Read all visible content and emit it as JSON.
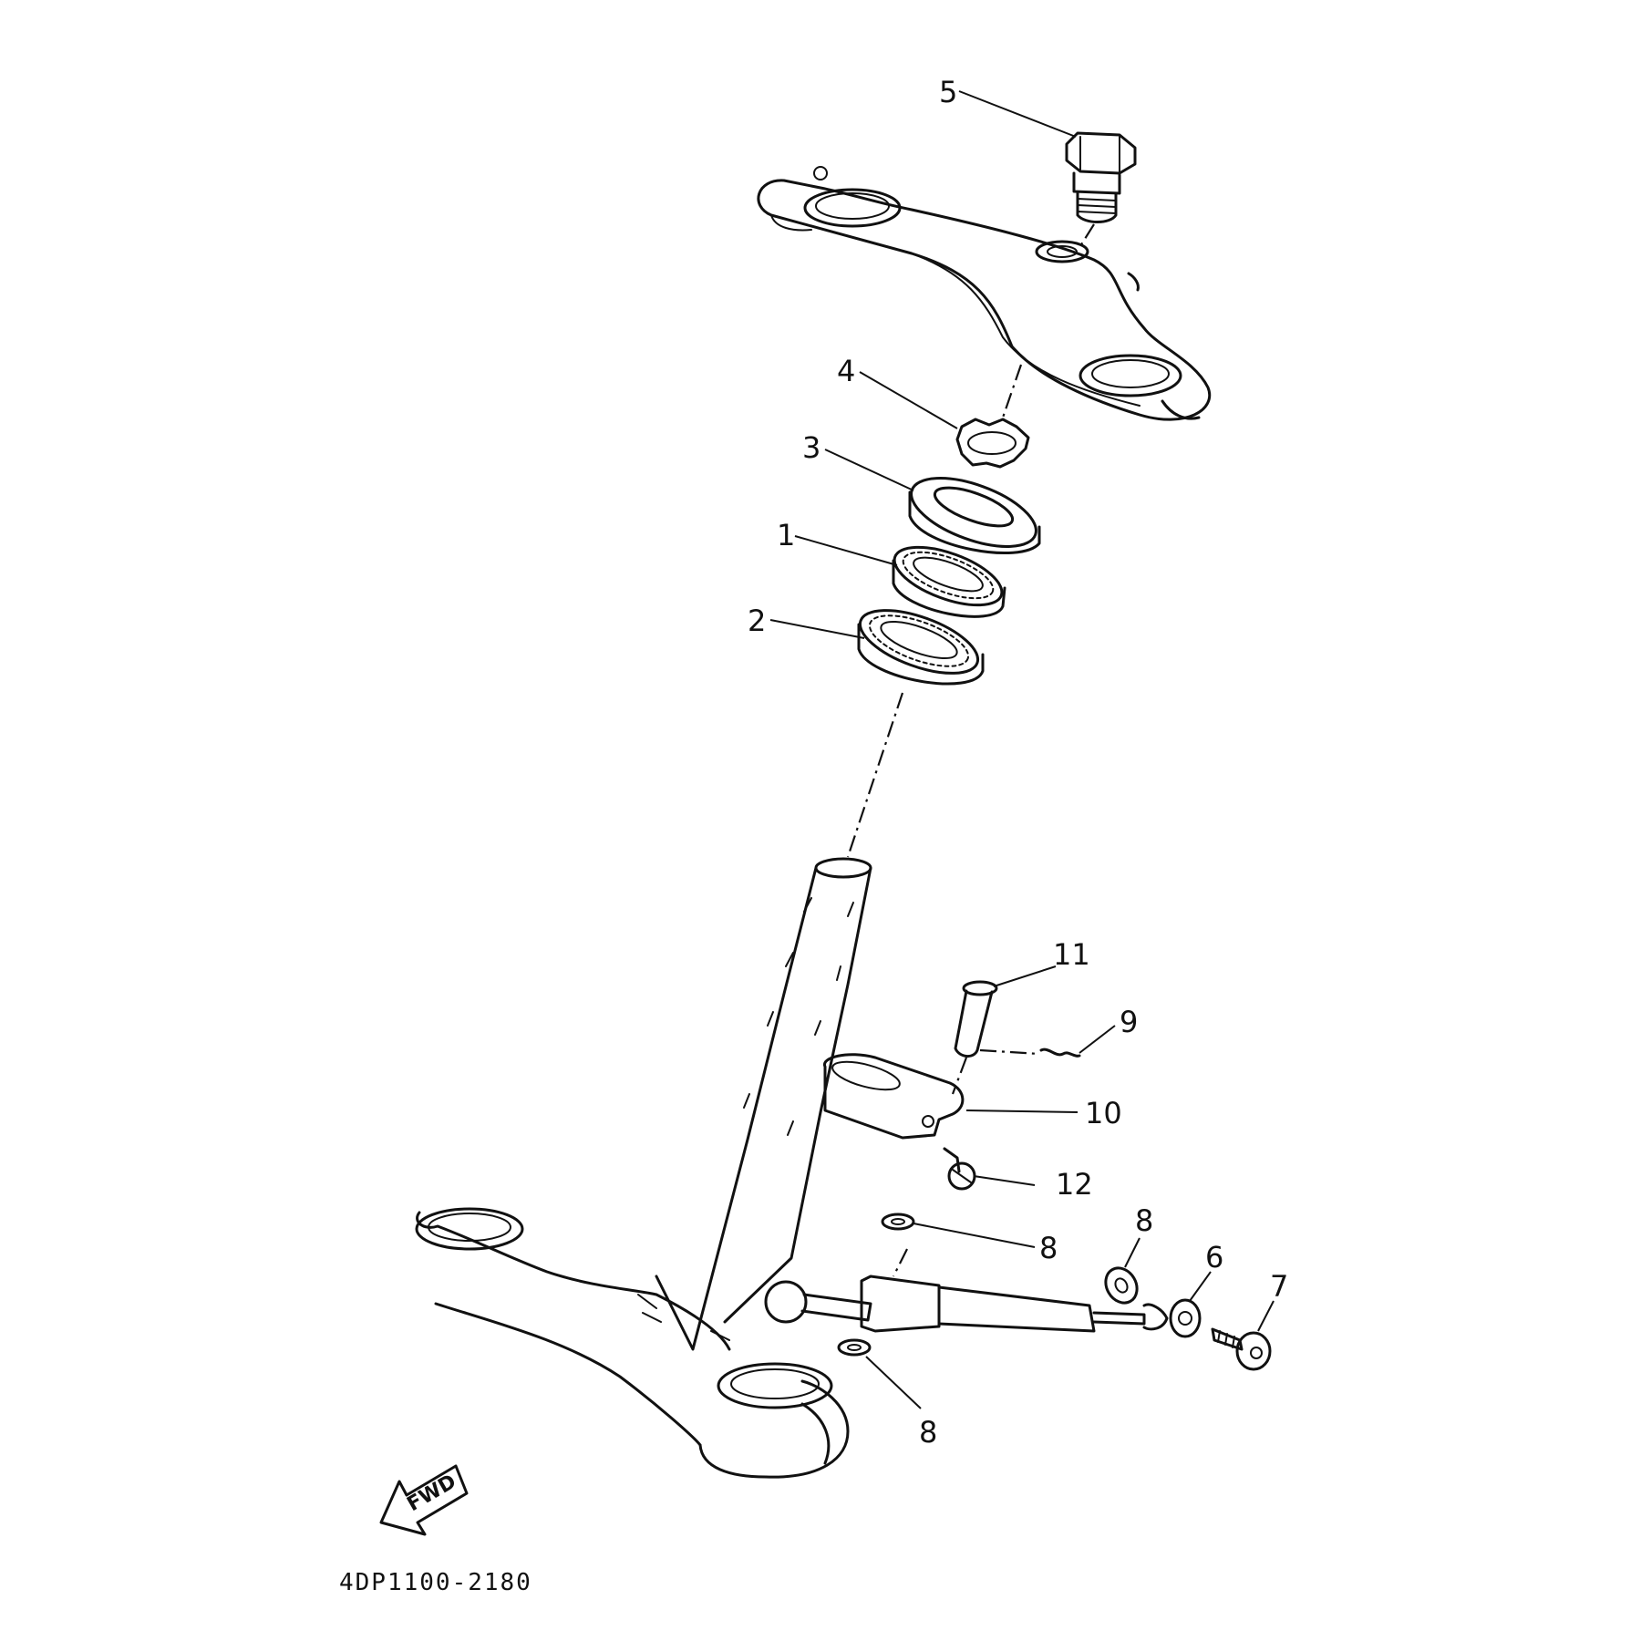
{
  "callouts": [
    {
      "id": "c5",
      "label": "5"
    },
    {
      "id": "c4",
      "label": "4"
    },
    {
      "id": "c3",
      "label": "3"
    },
    {
      "id": "c1",
      "label": "1"
    },
    {
      "id": "c2",
      "label": "2"
    },
    {
      "id": "c11",
      "label": "11"
    },
    {
      "id": "c9",
      "label": "9"
    },
    {
      "id": "c10",
      "label": "10"
    },
    {
      "id": "c12",
      "label": "12"
    },
    {
      "id": "c8a",
      "label": "8"
    },
    {
      "id": "c8b",
      "label": "8"
    },
    {
      "id": "c6",
      "label": "6"
    },
    {
      "id": "c7",
      "label": "7"
    },
    {
      "id": "c8c",
      "label": "8"
    }
  ],
  "fwd_label": "FWD",
  "diagram_code": "4DP1100-2180"
}
